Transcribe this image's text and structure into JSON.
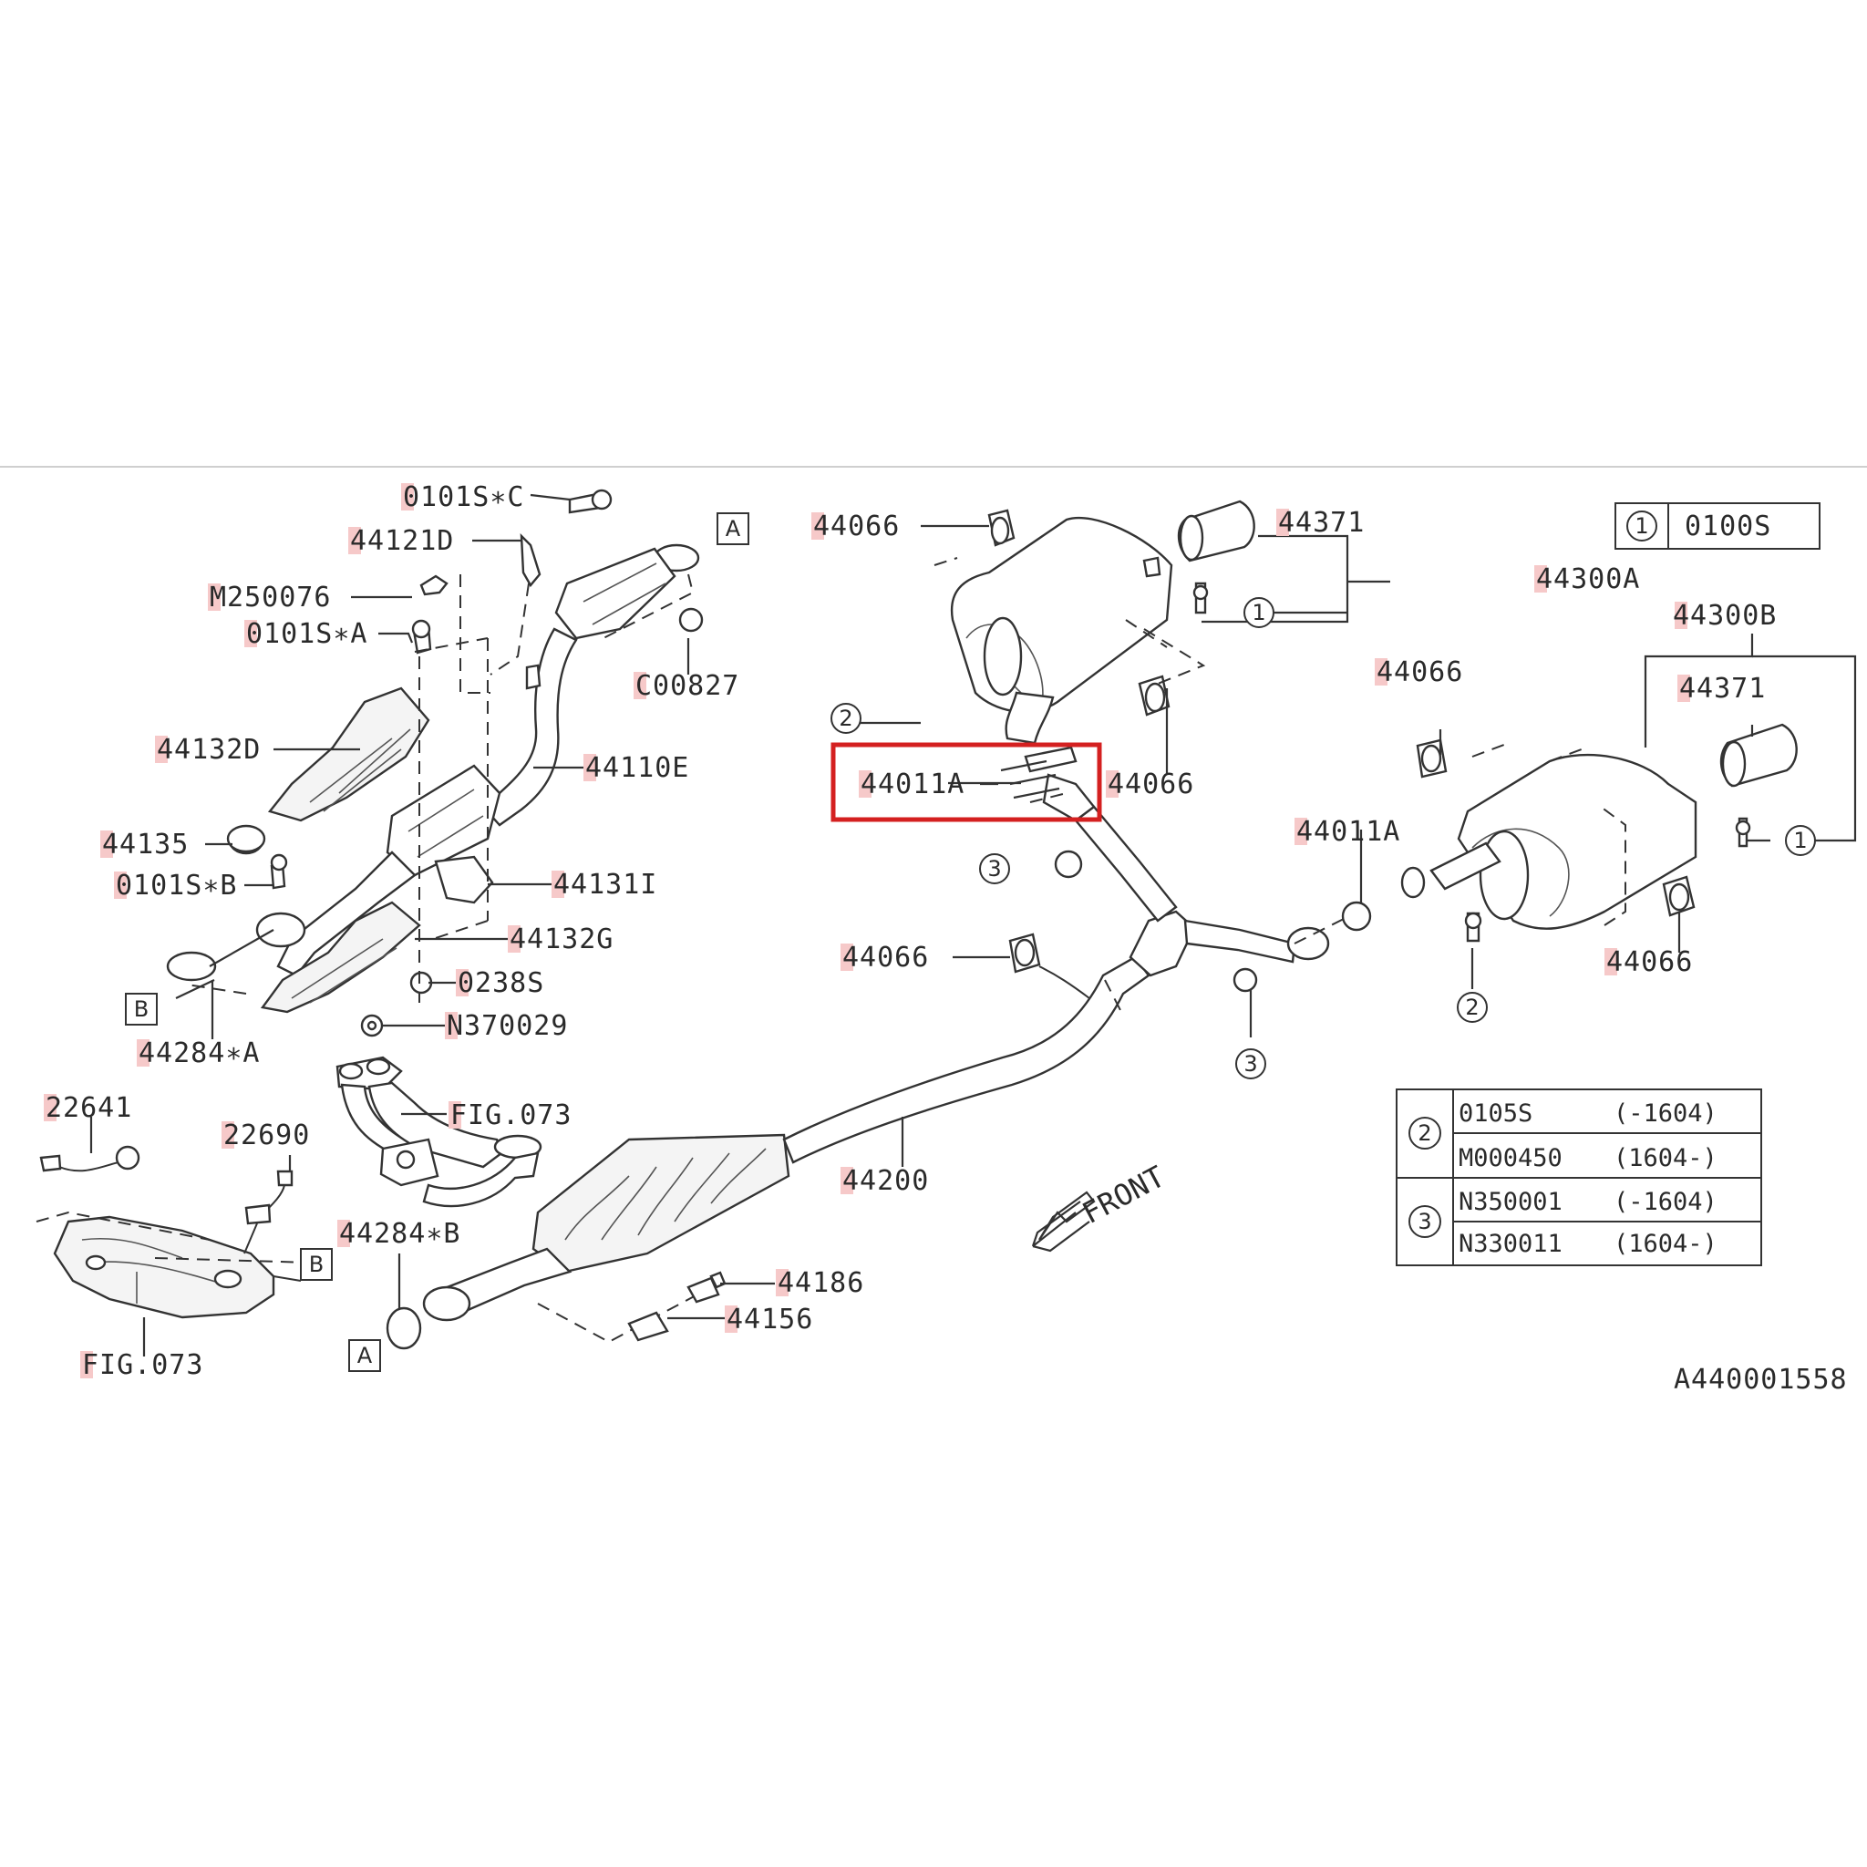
{
  "diagram_id": "A440001558",
  "callouts": {
    "p0101sc": "0101S∗C",
    "p44121d": "44121D",
    "m250076": "M250076",
    "p0101sa": "0101S∗A",
    "c00827": "C00827",
    "p44132d": "44132D",
    "p44110e": "44110E",
    "p44135": "44135",
    "p0101sb": "0101S∗B",
    "p44131i": "44131I",
    "p44132g": "44132G",
    "p0238s": "0238S",
    "n370029": "N370029",
    "p44284a": "44284∗A",
    "p22641": "22641",
    "p22690": "22690",
    "fig073_upper": "FIG.073",
    "fig073_lower": "FIG.073",
    "p44284b": "44284∗B",
    "p44186": "44186",
    "p44156": "44156",
    "p44200": "44200",
    "p44066_a": "44066",
    "p44066_b": "44066",
    "p44066_c": "44066",
    "p44066_d": "44066",
    "p44066_e": "44066",
    "p44371_a": "44371",
    "p44371_b": "44371",
    "p44300a": "44300A",
    "p44300b": "44300B",
    "p44011a_a": "44011A",
    "p44011a_b": "44011A"
  },
  "ref_letters": {
    "a1": "A",
    "a2": "A",
    "b1": "B",
    "b2": "B"
  },
  "circle_refs": {
    "one": "1",
    "two": "2",
    "three": "3"
  },
  "legend_one": {
    "num": "1",
    "part": "0100S"
  },
  "legend_table": {
    "group2": "2",
    "group3": "3",
    "rows": [
      {
        "part": "0105S",
        "range": "(-1604)"
      },
      {
        "part": "M000450",
        "range": "(1604-)"
      },
      {
        "part": "N350001",
        "range": "(-1604)"
      },
      {
        "part": "N330011",
        "range": "(1604-)"
      }
    ]
  },
  "front_label": "FRONT",
  "highlight_color": "#d42020",
  "label_marker_color": "#f6c9c9"
}
